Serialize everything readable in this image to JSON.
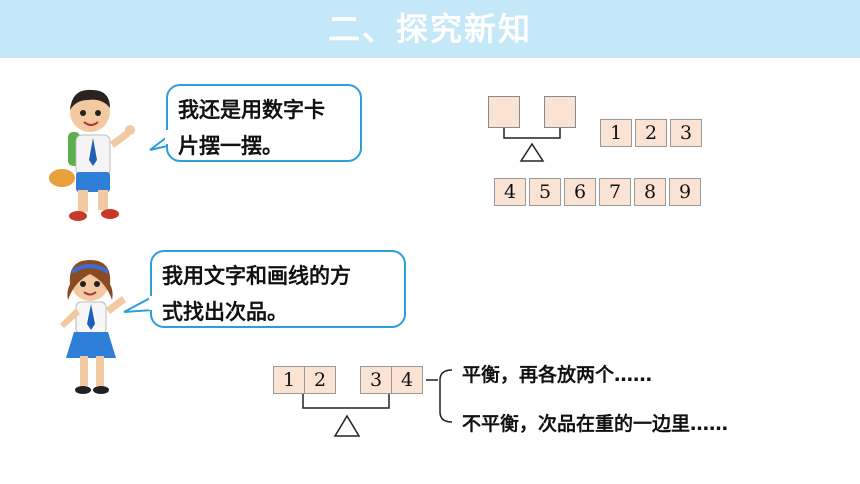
{
  "header": {
    "title": "二、探究新知"
  },
  "bubble_boy": {
    "lines": [
      "我还是用数字卡",
      "片摆一摆。"
    ]
  },
  "bubble_girl": {
    "lines": [
      "我用文字和画线的方",
      "式找出次品。"
    ]
  },
  "top_cards": [
    "1",
    "2",
    "3"
  ],
  "bottom_cards": [
    "4",
    "5",
    "6",
    "7",
    "8",
    "9"
  ],
  "balance_left_cards": [
    "1",
    "2"
  ],
  "balance_right_cards": [
    "3",
    "4"
  ],
  "outcomes": {
    "balanced": "平衡，再各放两个……",
    "unbalanced": "不平衡，次品在重的一边里……"
  },
  "colors": {
    "banner": "#c5e8f8",
    "bubble_border": "#2a9fd8",
    "card_fill": "#fbe3d4"
  }
}
